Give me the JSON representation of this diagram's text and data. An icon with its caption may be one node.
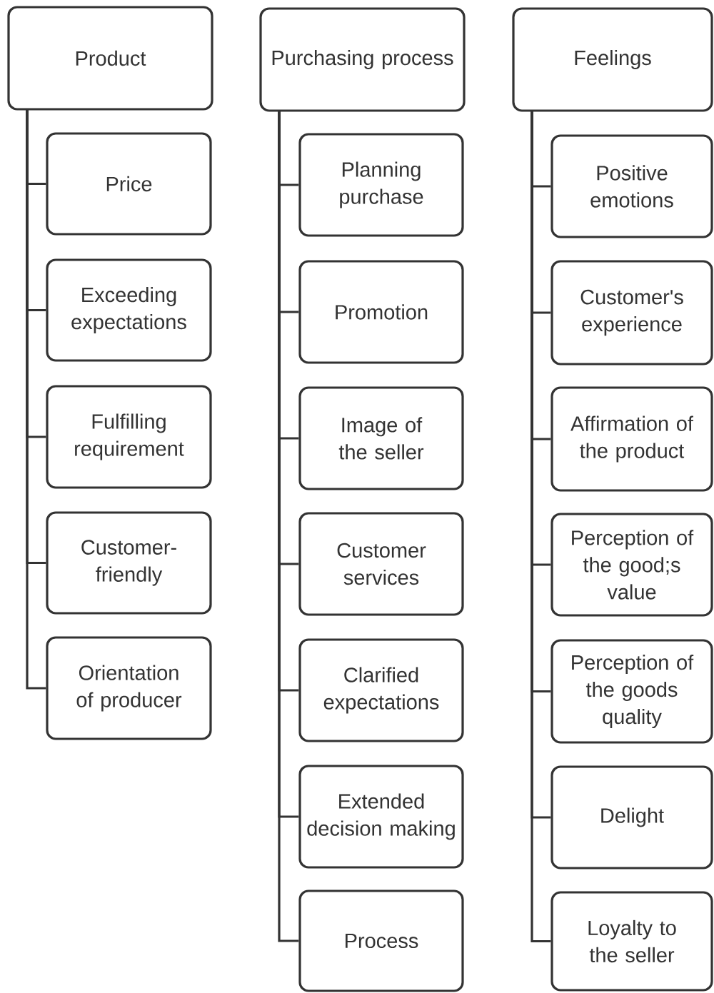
{
  "diagram": {
    "nodes": [
      {
        "text": [
          "Product"
        ]
      },
      {
        "text": [
          "Price"
        ]
      },
      {
        "text": [
          "Exceeding expectations"
        ]
      },
      {
        "text": [
          "Fulfilling requirement"
        ]
      },
      {
        "text": [
          "Customer-friendly"
        ]
      },
      {
        "text": [
          "Orientation of producer"
        ]
      },
      {
        "text": [
          "Purchasing process"
        ]
      },
      {
        "text": [
          "Planning purchase"
        ]
      },
      {
        "text": [
          "Promotion"
        ]
      },
      {
        "text": [
          "Image of the seller"
        ]
      },
      {
        "text": [
          "Customer services"
        ]
      },
      {
        "text": [
          "Clarified expectations"
        ]
      },
      {
        "text": [
          "Extended decision making"
        ]
      },
      {
        "text": [
          "Process"
        ]
      },
      {
        "text": [
          "Feelings"
        ]
      },
      {
        "text": [
          "Positive emotions"
        ]
      },
      {
        "text": [
          "Customer's experience"
        ]
      },
      {
        "text": [
          "Affirmation of the product"
        ]
      },
      {
        "text": [
          "Perception of the good;s value"
        ]
      },
      {
        "text": [
          "Perception of the goods quality"
        ]
      },
      {
        "text": [
          "Delight"
        ]
      },
      {
        "text": [
          "Loyalty to the seller"
        ]
      }
    ],
    "edges": [
      {
        "from": 0,
        "to": 1,
        "arrow": "none"
      },
      {
        "from": 0,
        "to": 2,
        "arrow": "none"
      },
      {
        "from": 0,
        "to": 3,
        "arrow": "none"
      },
      {
        "from": 0,
        "to": 4,
        "arrow": "none"
      },
      {
        "from": 0,
        "to": 5,
        "arrow": "none"
      },
      {
        "from": 6,
        "to": 7,
        "arrow": "none"
      },
      {
        "from": 6,
        "to": 8,
        "arrow": "none"
      },
      {
        "from": 6,
        "to": 9,
        "arrow": "none"
      },
      {
        "from": 6,
        "to": 10,
        "arrow": "none"
      },
      {
        "from": 6,
        "to": 11,
        "arrow": "none"
      },
      {
        "from": 6,
        "to": 12,
        "arrow": "none"
      },
      {
        "from": 6,
        "to": 13,
        "arrow": "none"
      },
      {
        "from": 14,
        "to": 15,
        "arrow": "none"
      },
      {
        "from": 14,
        "to": 16,
        "arrow": "none"
      },
      {
        "from": 14,
        "to": 17,
        "arrow": "none"
      },
      {
        "from": 14,
        "to": 18,
        "arrow": "none"
      },
      {
        "from": 14,
        "to": 19,
        "arrow": "none"
      },
      {
        "from": 14,
        "to": 20,
        "arrow": "none"
      },
      {
        "from": 14,
        "to": 21,
        "arrow": "none"
      }
    ]
  }
}
